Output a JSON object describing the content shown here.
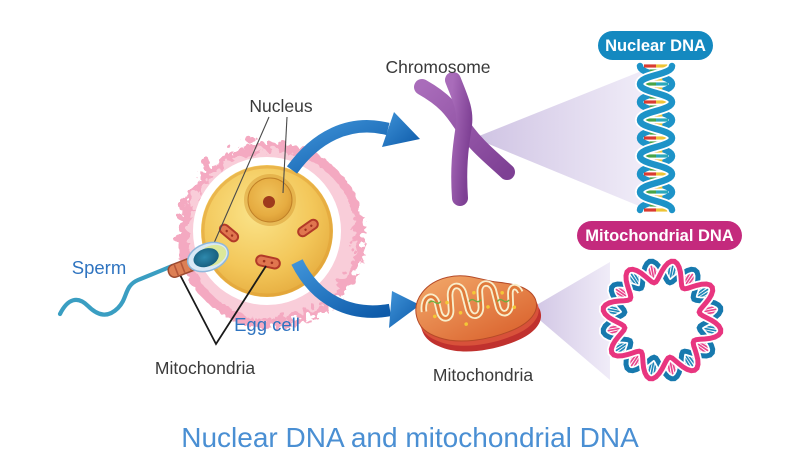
{
  "title": {
    "text": "Nuclear DNA and mitochondrial DNA",
    "color": "#4a8fd3"
  },
  "cell_labels": {
    "nucleus": "Nucleus",
    "sperm": "Sperm",
    "egg_cell": "Egg cell",
    "mitochondria": "Mitochondria"
  },
  "right_labels": {
    "chromosome": "Chromosome",
    "mitochondria": "Mitochondria"
  },
  "badges": {
    "nuclear_dna": {
      "label": "Nuclear DNA",
      "bg": "#1489c0",
      "text_color": "#ffffff"
    },
    "mitochondrial_dna": {
      "label": "Mitochondrial DNA",
      "bg": "#c42a7d",
      "text_color": "#ffffff"
    }
  },
  "palette": {
    "label_blue": "#2f74c0",
    "arrow_blue": "#1a73c0",
    "chromosome_purple": "#8f4ea3",
    "helix_blue": "#1d93c8",
    "ring_pink": "#e8357f",
    "ring_blue": "#1779ae",
    "beam_lavender": "#d9cfe9",
    "egg_pink": "#f4a9c1",
    "egg_yolk": "#f3c75a"
  }
}
